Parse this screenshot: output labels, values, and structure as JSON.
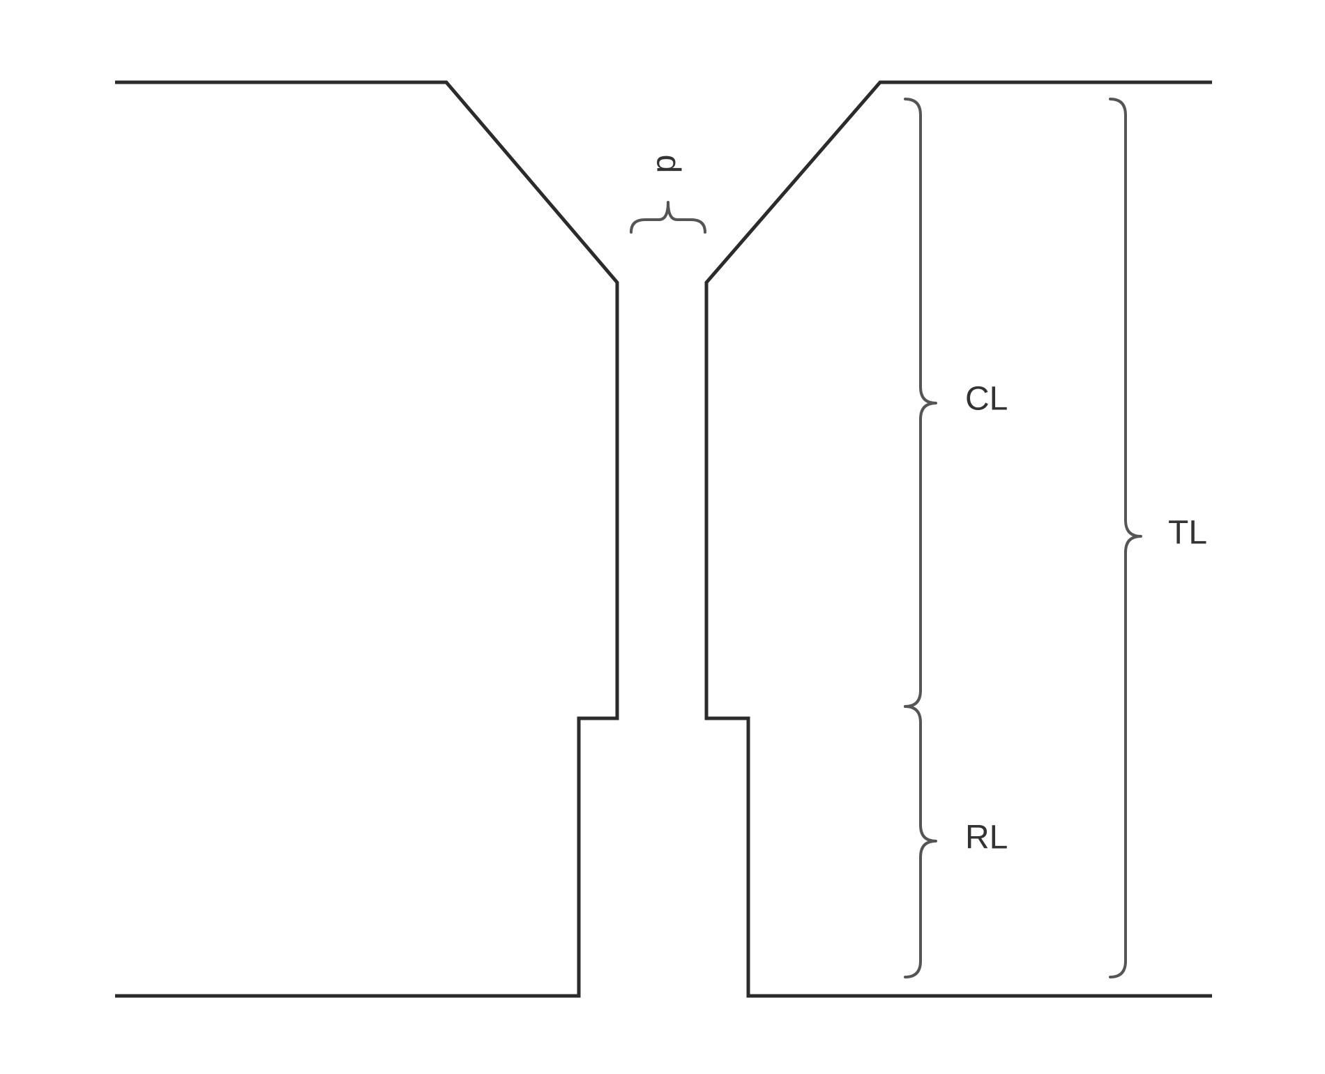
{
  "labels": {
    "d": "d",
    "cl": "CL",
    "rl": "RL",
    "tl": "TL"
  },
  "colors": {
    "outline": "#2b2b2b",
    "brace": "#555555",
    "text": "#333333",
    "background": "#ffffff"
  }
}
